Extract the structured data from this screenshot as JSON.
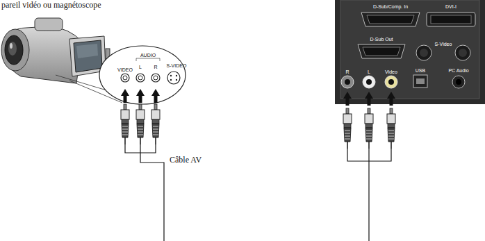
{
  "diagram": {
    "labels": [
      "pareil vidéo ou magnétoscope",
      "VIDEO",
      "L",
      "AUDIO",
      "R",
      "S-VIDEO",
      "Câble AV",
      "D-Sub/Comp. In",
      "DVI-I",
      "D-Sub Out",
      "S-Video",
      "R",
      "L",
      "Video",
      "USB",
      "PC Audio"
    ]
  }
}
